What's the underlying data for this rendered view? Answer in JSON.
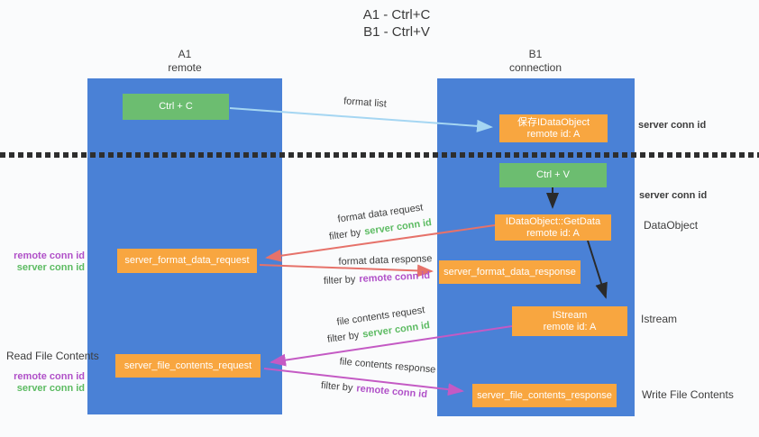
{
  "title": {
    "line1": "A1 - Ctrl+C",
    "line2": "B1 - Ctrl+V"
  },
  "lifelines": {
    "left": {
      "id": "A1",
      "role": "remote"
    },
    "right": {
      "id": "B1",
      "role": "connection"
    }
  },
  "nodes": {
    "ctrl_c": {
      "label": "Ctrl + C"
    },
    "save_dataobject": {
      "line1": "保存IDataObject",
      "line2": "remote id: A"
    },
    "ctrl_v": {
      "label": "Ctrl + V"
    },
    "getdata": {
      "line1": "IDataObject::GetData",
      "line2": "remote id: A"
    },
    "format_request": {
      "label": "server_format_data_request"
    },
    "format_response": {
      "label": "server_format_data_response"
    },
    "istream": {
      "line1": "IStream",
      "line2": "remote id: A"
    },
    "file_request": {
      "label": "server_file_contents_request"
    },
    "file_response": {
      "label": "server_file_contents_response"
    }
  },
  "arrow_labels": {
    "format_list": "format list",
    "format_data_request": "format data request",
    "format_data_response": "format data response",
    "file_contents_request": "file contents request",
    "file_contents_response": "file contents response",
    "filter_by": "filter by",
    "server_conn_id": "server conn id",
    "remote_conn_id": "remote conn id"
  },
  "side_labels": {
    "server_conn_id_top": "server conn id",
    "server_conn_id_mid": "server conn id",
    "dataobject": "DataObject",
    "istream": "Istream",
    "write_file_contents": "Write File Contents",
    "read_file_contents": "Read File Contents",
    "remote_conn_id": "remote conn id",
    "server_conn_id": "server conn id"
  },
  "colors": {
    "background": "#fafbfc",
    "lifeline_blue": "#4a81d6",
    "node_green": "#6cbd70",
    "node_orange": "#f8a640",
    "arrow_lightblue": "#a5d6f2",
    "arrow_red": "#e6726a",
    "arrow_magenta": "#c45ac4",
    "arrow_black": "#2a2a2a",
    "text_green": "#5cbb62",
    "text_purple": "#b050c8",
    "dotted_line": "#2e2e2e"
  }
}
